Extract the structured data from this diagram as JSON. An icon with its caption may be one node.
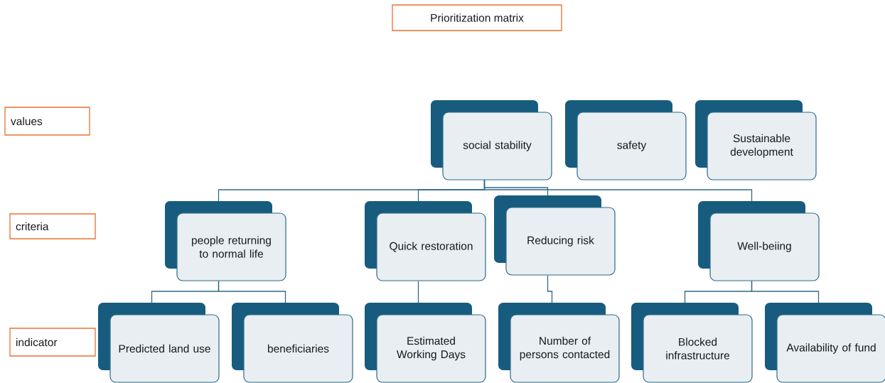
{
  "diagram": {
    "title": "Prioritization matrix",
    "nodes": [
      {
        "text": [
          "values"
        ]
      },
      {
        "text": [
          "criteria"
        ]
      },
      {
        "text": [
          "indicator"
        ]
      },
      {
        "text": [
          "social stability"
        ]
      },
      {
        "text": [
          "safety"
        ]
      },
      {
        "text": [
          "Sustainable development"
        ]
      },
      {
        "text": [
          "people returning to normal life"
        ]
      },
      {
        "text": [
          "Quick restoration"
        ]
      },
      {
        "text": [
          "Reducing risk"
        ]
      },
      {
        "text": [
          "Well-beiing"
        ]
      },
      {
        "text": [
          "Predicted land use"
        ]
      },
      {
        "text": [
          "beneficiaries"
        ]
      },
      {
        "text": [
          "Estimated Working Days"
        ]
      },
      {
        "text": [
          "Number of persons contacted"
        ]
      },
      {
        "text": [
          "Blocked infrastructure"
        ]
      },
      {
        "text": [
          "Availability of fund"
        ]
      }
    ],
    "edges": [
      {
        "from": 3,
        "to": 6,
        "arrow": "none"
      },
      {
        "from": 3,
        "to": 7,
        "arrow": "none"
      },
      {
        "from": 3,
        "to": 8,
        "arrow": "none"
      },
      {
        "from": 3,
        "to": 9,
        "arrow": "none"
      },
      {
        "from": 6,
        "to": 10,
        "arrow": "none"
      },
      {
        "from": 6,
        "to": 11,
        "arrow": "none"
      },
      {
        "from": 7,
        "to": 12,
        "arrow": "none"
      },
      {
        "from": 8,
        "to": 13,
        "arrow": "none"
      },
      {
        "from": 9,
        "to": 14,
        "arrow": "none"
      },
      {
        "from": 9,
        "to": 15,
        "arrow": "none"
      }
    ]
  }
}
